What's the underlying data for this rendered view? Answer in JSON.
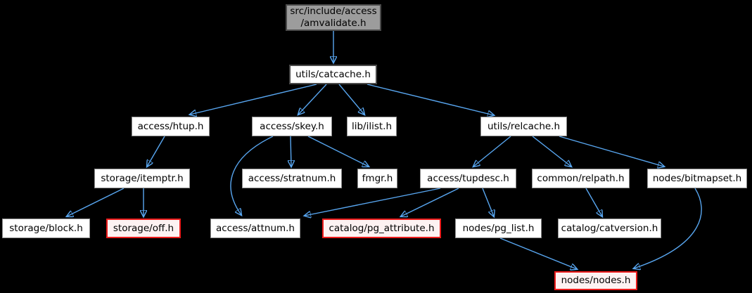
{
  "graph": {
    "type": "include-dependency-graph",
    "colors": {
      "background": "#000000",
      "edge": "#58a6f0",
      "node_fill": "#ffffff",
      "node_border": "#8d8d8d",
      "root_fill": "#9c9c9c",
      "dark_border": "#4a4a4a",
      "red_border": "#ec1c1c",
      "red_fill": "#fdf2f2",
      "text": "#000000"
    },
    "nodes": {
      "amvalidate": {
        "label": "src/include/access\n/amvalidate.h"
      },
      "catcache": {
        "label": "utils/catcache.h"
      },
      "htup": {
        "label": "access/htup.h"
      },
      "skey": {
        "label": "access/skey.h"
      },
      "ilist": {
        "label": "lib/ilist.h"
      },
      "relcache": {
        "label": "utils/relcache.h"
      },
      "itemptr": {
        "label": "storage/itemptr.h"
      },
      "stratnum": {
        "label": "access/stratnum.h"
      },
      "fmgr": {
        "label": "fmgr.h"
      },
      "tupdesc": {
        "label": "access/tupdesc.h"
      },
      "relpath": {
        "label": "common/relpath.h"
      },
      "bitmapset": {
        "label": "nodes/bitmapset.h"
      },
      "block": {
        "label": "storage/block.h"
      },
      "off": {
        "label": "storage/off.h"
      },
      "attnum": {
        "label": "access/attnum.h"
      },
      "pg_attribute": {
        "label": "catalog/pg_attribute.h"
      },
      "pg_list": {
        "label": "nodes/pg_list.h"
      },
      "catversion": {
        "label": "catalog/catversion.h"
      },
      "nodes": {
        "label": "nodes/nodes.h"
      }
    },
    "edges": [
      {
        "from": "amvalidate",
        "to": "catcache"
      },
      {
        "from": "catcache",
        "to": "htup"
      },
      {
        "from": "catcache",
        "to": "skey"
      },
      {
        "from": "catcache",
        "to": "ilist"
      },
      {
        "from": "catcache",
        "to": "relcache"
      },
      {
        "from": "htup",
        "to": "itemptr"
      },
      {
        "from": "skey",
        "to": "stratnum"
      },
      {
        "from": "skey",
        "to": "fmgr"
      },
      {
        "from": "skey",
        "to": "attnum"
      },
      {
        "from": "relcache",
        "to": "tupdesc"
      },
      {
        "from": "relcache",
        "to": "relpath"
      },
      {
        "from": "relcache",
        "to": "bitmapset"
      },
      {
        "from": "itemptr",
        "to": "block"
      },
      {
        "from": "itemptr",
        "to": "off"
      },
      {
        "from": "tupdesc",
        "to": "attnum"
      },
      {
        "from": "tupdesc",
        "to": "pg_attribute"
      },
      {
        "from": "tupdesc",
        "to": "pg_list"
      },
      {
        "from": "relpath",
        "to": "catversion"
      },
      {
        "from": "pg_list",
        "to": "nodes"
      },
      {
        "from": "bitmapset",
        "to": "nodes"
      }
    ]
  }
}
